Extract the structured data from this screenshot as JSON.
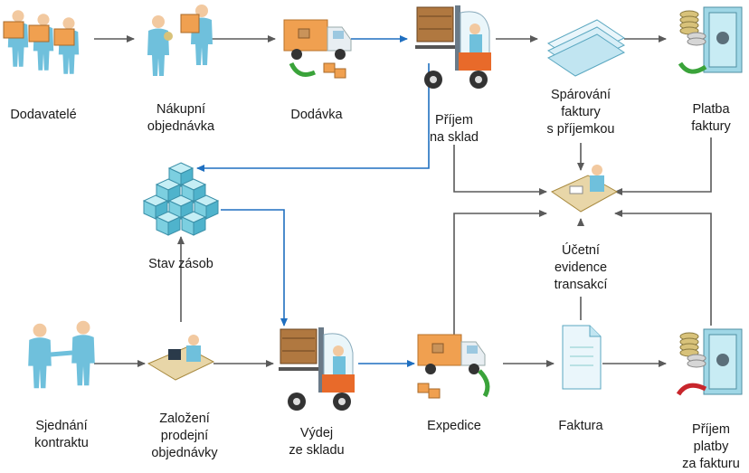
{
  "colors": {
    "arrow_gray": "#5a5a5a",
    "arrow_blue": "#1f6fc0",
    "person": "#6fc0dc",
    "box": "#8fd6e4",
    "truck_cargo": "#f0a050",
    "forklift": "#e86a2a",
    "curl_green": "#3aa33a",
    "curl_red": "#c8262c",
    "coin": "#d8c27a"
  },
  "nodes": {
    "dodavatele": {
      "label": "Dodavatelé",
      "icon": "suppliers-group-icon"
    },
    "nakupni_objednavka": {
      "label": "Nákupní\nobjednávka",
      "icon": "buyer-person-icon"
    },
    "dodavka": {
      "label": "Dodávka",
      "icon": "delivery-truck-icon"
    },
    "prijem_na_sklad": {
      "label": "Příjem\nna sklad",
      "icon": "forklift-icon"
    },
    "sparovani": {
      "label": "Spárování\nfaktury\ns příjemkou",
      "icon": "documents-stack-icon"
    },
    "platba_faktury": {
      "label": "Platba\nfaktury",
      "icon": "safe-payment-icon"
    },
    "stav_zasob": {
      "label": "Stav zásob",
      "icon": "inventory-boxes-icon"
    },
    "ucetni_evidence": {
      "label": "Účetní\nevidence\ntransakcí",
      "icon": "accountant-desk-icon"
    },
    "sjednani_kontraktu": {
      "label": "Sjednání\nkontraktu",
      "icon": "handshake-icon"
    },
    "zalozeni_objednavky": {
      "label": "Založení\nprodejní\nobjednávky",
      "icon": "operator-desk-icon"
    },
    "vydej_ze_skladu": {
      "label": "Výdej\nze skladu",
      "icon": "forklift-icon"
    },
    "expedice": {
      "label": "Expedice",
      "icon": "shipping-truck-icon"
    },
    "faktura": {
      "label": "Faktura",
      "icon": "invoice-document-icon"
    },
    "prijem_platby": {
      "label": "Příjem\nplatby\nza fakturu",
      "icon": "safe-receive-icon"
    }
  }
}
